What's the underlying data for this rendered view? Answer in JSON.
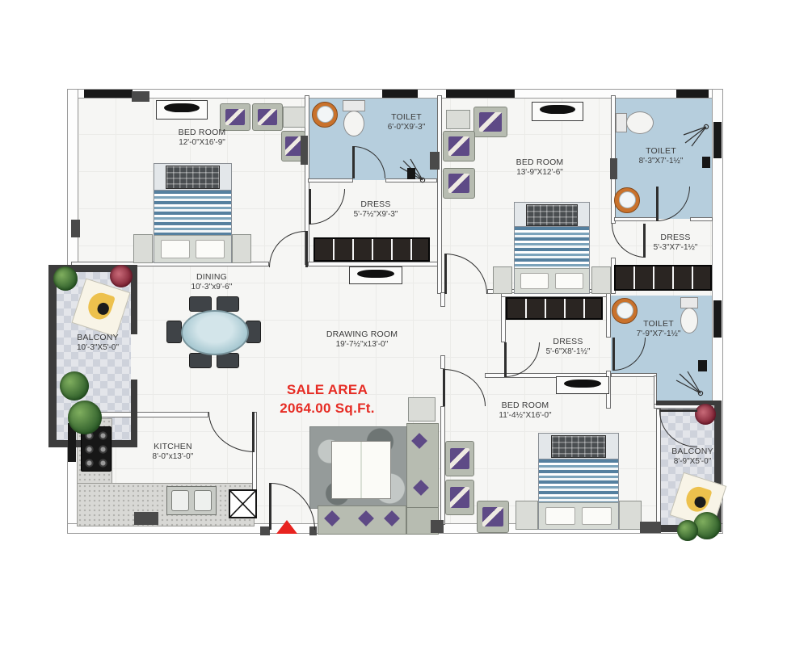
{
  "plan": {
    "sale_area": {
      "line1": "SALE AREA",
      "line2": "2064.00 Sq.Ft."
    },
    "rooms": {
      "bedroom1": {
        "name": "BED ROOM",
        "dim": "12'-0\"X16'-9\""
      },
      "toilet1": {
        "name": "TOILET",
        "dim": "6'-0\"X9'-3\""
      },
      "dress1": {
        "name": "DRESS",
        "dim": "5'-7½\"X9'-3\""
      },
      "bedroom2": {
        "name": "BED ROOM",
        "dim": "13'-9\"X12'-6\""
      },
      "toilet2": {
        "name": "TOILET",
        "dim": "8'-3\"X7'-1½\""
      },
      "dress2": {
        "name": "DRESS",
        "dim": "5'-3\"X7'-1½\""
      },
      "dining": {
        "name": "DINING",
        "dim": "10'-3''x9'-6''"
      },
      "balcony_left": {
        "name": "BALCONY",
        "dim": "10'-3\"X5'-0\""
      },
      "drawing_room": {
        "name": "DRAWING ROOM",
        "dim": "19'-7½''x13'-0''"
      },
      "dress3": {
        "name": "DRESS",
        "dim": "5'-6\"X8'-1½\""
      },
      "toilet3": {
        "name": "TOILET",
        "dim": "7'-9\"X7'-1½\""
      },
      "kitchen": {
        "name": "KITCHEN",
        "dim": "8'-0''x13'-0''"
      },
      "bedroom3": {
        "name": "BED ROOM",
        "dim": "11'-4½\"X16'-0\""
      },
      "balcony_right": {
        "name": "BALCONY",
        "dim": "8'-9\"X5'-0\""
      }
    },
    "colors": {
      "accent_red": "#e62c24",
      "toilet_floor": "#b6cedd",
      "balcony_floor": "#e3e5ea",
      "wall_fill": "#fdfdfd",
      "window_black": "#191919",
      "wardrobe_dark": "#2a2522",
      "bed_stripe_blue": "#55809f",
      "sofa_gray": "#b7bcb1",
      "accent_purple": "#5e4a86",
      "dining_table_teal": "#9ec2cc"
    }
  }
}
